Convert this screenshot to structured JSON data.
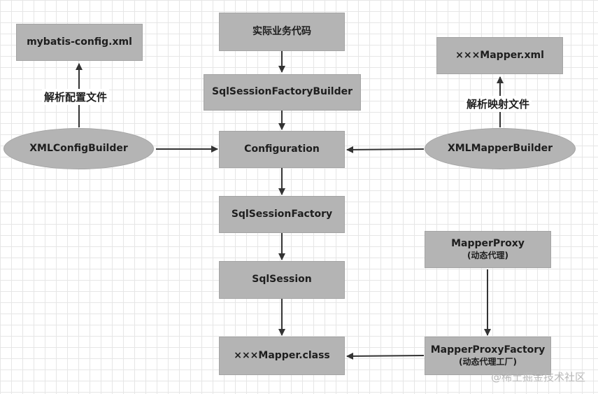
{
  "nodes": {
    "business_code": "实际业务代码",
    "ssf_builder": "SqlSessionFactoryBuilder",
    "configuration": "Configuration",
    "ssf": "SqlSessionFactory",
    "sqlsession": "SqlSession",
    "mapper_class": "×××Mapper.class",
    "mybatis_config": "mybatis-config.xml",
    "xml_config_builder": "XMLConfigBuilder",
    "mapper_xml": "×××Mapper.xml",
    "xml_mapper_builder": "XMLMapperBuilder",
    "mapper_proxy": {
      "title": "MapperProxy",
      "sub": "(动态代理)"
    },
    "mapper_proxy_factory": {
      "title": "MapperProxyFactory",
      "sub": "(动态代理工厂)"
    }
  },
  "labels": {
    "parse_config": "解析配置文件",
    "parse_mapping": "解析映射文件"
  },
  "watermark": "@稀土掘金技术社区",
  "colors": {
    "node_fill": "#b4b4b4",
    "arrow": "#333333",
    "grid": "#e6e6e6"
  }
}
